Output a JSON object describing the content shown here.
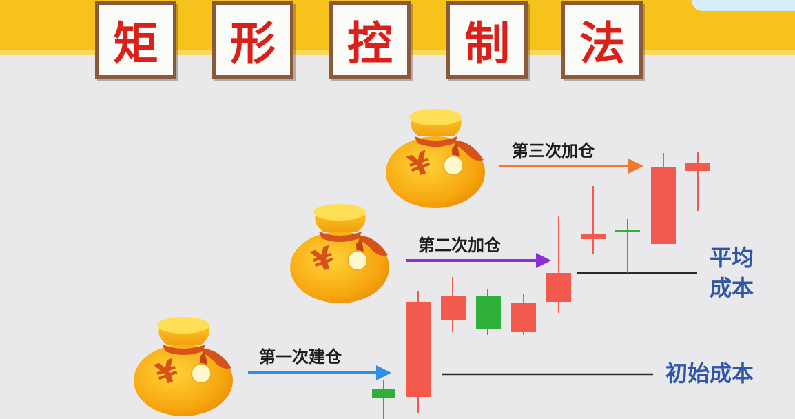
{
  "title": {
    "chars": [
      "矩",
      "形",
      "控",
      "制",
      "法"
    ]
  },
  "colors": {
    "banner": "#f7c21a",
    "tile_text": "#d9201b",
    "candle_up": "#f25a4e",
    "candle_down": "#2fb039",
    "arrow_first": "#2f8fe6",
    "arrow_second": "#8a2fd6",
    "arrow_third": "#f07a2a",
    "side_label": "#2f57a6"
  },
  "steps": [
    {
      "label": "第三次加仓",
      "arrow_color": "orange",
      "icon": "money-bag-icon"
    },
    {
      "label": "第二次加仓",
      "arrow_color": "purple",
      "icon": "money-bag-icon"
    },
    {
      "label": "第一次建仓",
      "arrow_color": "blue",
      "icon": "money-bag-icon"
    }
  ],
  "cost_lines": {
    "average": {
      "line1": "平均",
      "line2": "成本"
    },
    "initial": "初始成本"
  },
  "currency_symbol": "¥"
}
